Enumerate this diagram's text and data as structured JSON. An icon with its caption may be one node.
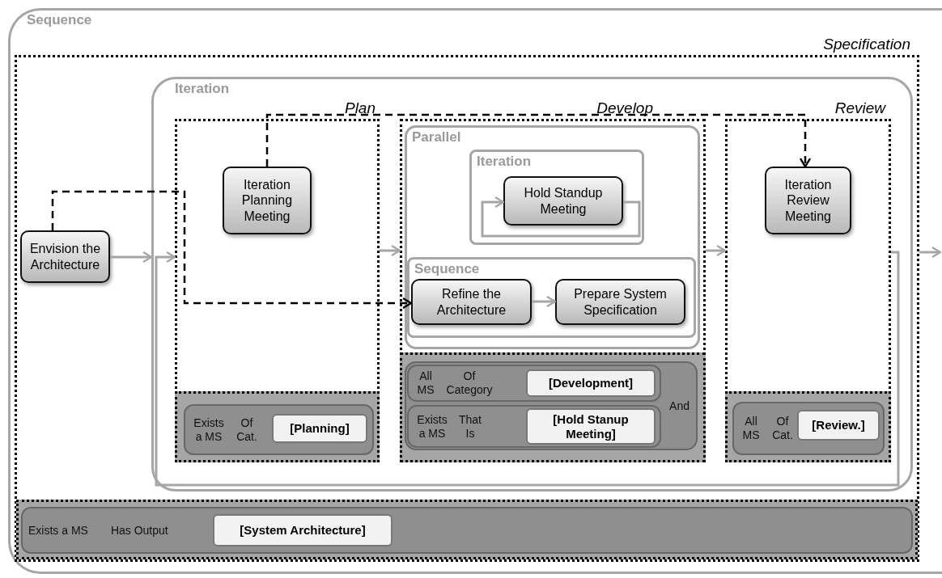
{
  "diagram": {
    "nodes": [
      {
        "text": [
          "Sequence"
        ]
      },
      {
        "text": [
          "Specification"
        ],
        "in": 0
      },
      {
        "text": [
          "Envision the Architecture"
        ],
        "in": 1
      },
      {
        "text": [
          "Iteration"
        ],
        "in": 1
      },
      {
        "text": [
          "Plan"
        ],
        "in": 3
      },
      {
        "text": [
          "Iteration Planning Meeting"
        ],
        "in": 4
      },
      {
        "text": [],
        "shape": "box",
        "in": 4
      },
      {
        "text": [
          "Exists a MS",
          "Of Cat."
        ],
        "in": 6
      },
      {
        "text": [
          "[Planning]"
        ],
        "in": 7
      },
      {
        "text": [
          "Develop"
        ],
        "in": 3
      },
      {
        "text": [
          "Parallel"
        ],
        "in": 9
      },
      {
        "text": [
          "Iteration"
        ],
        "in": 10
      },
      {
        "text": [
          "Hold Standup Meeting"
        ],
        "in": 11
      },
      {
        "text": [
          "Sequence"
        ],
        "in": 10
      },
      {
        "text": [
          "Refine the Architecture"
        ],
        "in": 13
      },
      {
        "text": [
          "Prepare System Specification"
        ],
        "in": 13
      },
      {
        "text": [],
        "shape": "box",
        "in": 9
      },
      {
        "text": [
          "And"
        ],
        "in": 16
      },
      {
        "text": [
          "All MS",
          "Of Category"
        ],
        "in": 17
      },
      {
        "text": [
          "[Development]"
        ],
        "in": 18
      },
      {
        "text": [
          "Exists a MS",
          "That Is"
        ],
        "in": 17
      },
      {
        "text": [
          "[Hold Stanup Meeting]"
        ],
        "in": 20
      },
      {
        "text": [
          "Review"
        ],
        "in": 3
      },
      {
        "text": [
          "Iteration Review Meeting"
        ],
        "in": 22
      },
      {
        "text": [],
        "shape": "box",
        "in": 22
      },
      {
        "text": [
          "All MS",
          "Of Cat."
        ],
        "in": 24
      },
      {
        "text": [
          "[Review.]"
        ],
        "in": 25
      },
      {
        "text": [],
        "shape": "box",
        "in": 1
      },
      {
        "text": [
          "Exists a MS",
          "Has Output"
        ],
        "in": 27
      },
      {
        "text": [
          "[System Architecture]"
        ],
        "in": 28
      }
    ],
    "edges": [
      {
        "from": 2,
        "to": 3,
        "arrow": "to"
      },
      {
        "from": 22,
        "to": 4,
        "arrow": "to"
      },
      {
        "from": 4,
        "to": 9,
        "arrow": "to"
      },
      {
        "from": 9,
        "to": 22,
        "arrow": "to"
      },
      {
        "from": 1,
        "to": null,
        "arrow": "to"
      },
      {
        "from": 12,
        "to": 12,
        "arrow": "to"
      },
      {
        "from": 14,
        "to": 15,
        "arrow": "to"
      },
      {
        "from": 2,
        "to": 14,
        "arrow": "to",
        "style": "dashed",
        "color": "#000000"
      },
      {
        "from": 5,
        "to": 23,
        "arrow": "to",
        "style": "dashed",
        "color": "#000000"
      }
    ]
  }
}
